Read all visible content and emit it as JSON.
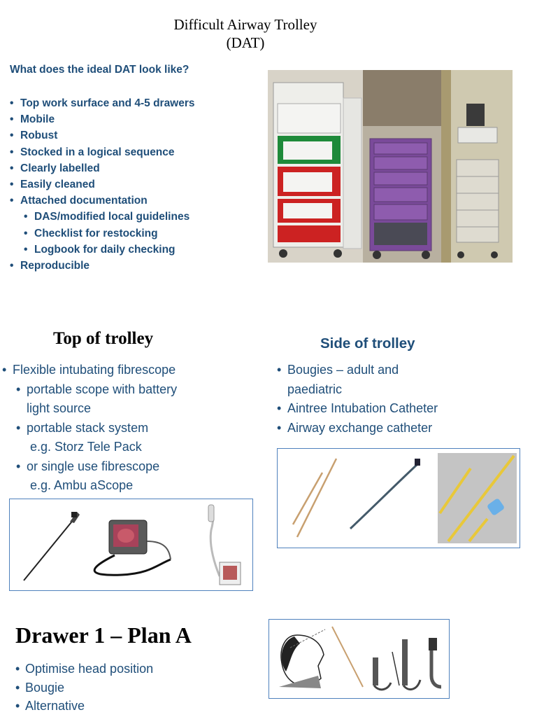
{
  "header": {
    "title": "Difficult Airway Trolley",
    "subtitle": "(DAT)"
  },
  "ideal": {
    "question": "What does the ideal DAT look like?",
    "items": [
      "Top work surface and 4-5 drawers",
      "Mobile",
      "Robust",
      "Stocked in a logical sequence",
      "Clearly labelled",
      "Easily cleaned",
      "Attached documentation"
    ],
    "subitems": [
      "DAS/modified local guidelines",
      "Checklist for restocking",
      "Logbook for daily checking"
    ],
    "last": "Reproducible"
  },
  "top": {
    "heading": "Top of trolley",
    "item1": "Flexible intubating fibrescope",
    "sub1a": "portable scope with battery",
    "sub1b": "light  source",
    "sub2a": "portable stack system",
    "sub2b": "e.g. Storz Tele Pack",
    "sub3a": "or single use fibrescope",
    "sub3b": "e.g. Ambu aScope"
  },
  "side": {
    "heading": "Side of trolley",
    "item1a": "Bougies – adult and",
    "item1b": "paediatric",
    "item2": "Aintree Intubation Catheter",
    "item3": "Airway exchange catheter"
  },
  "drawer": {
    "heading": "Drawer 1 – Plan A",
    "items": [
      "Optimise head position",
      "Bougie",
      "Alternative"
    ]
  },
  "colors": {
    "text_blue": "#1f4e79",
    "border_blue": "#4f81bd",
    "red": "#cc2222",
    "green": "#1e8a3a",
    "purple": "#7a4a9a"
  }
}
